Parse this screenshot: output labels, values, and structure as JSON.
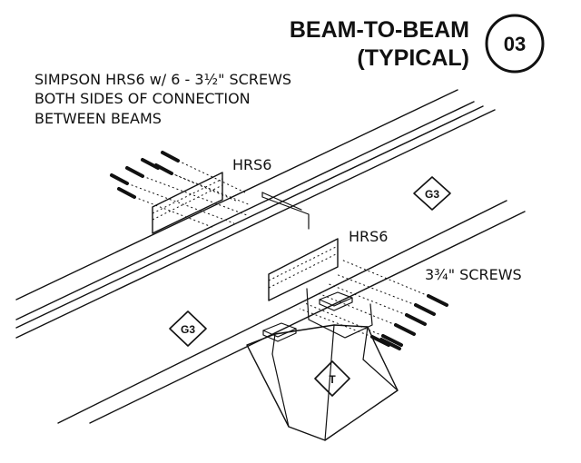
{
  "title": {
    "line1": "BEAM-TO-BEAM",
    "line2": "(TYPICAL)",
    "detail_number": "03"
  },
  "note": {
    "line1": "SIMPSON HRS6 w/ 6 - 3½\" SCREWS",
    "line2": "BOTH SIDES OF CONNECTION",
    "line3": "BETWEEN BEAMS"
  },
  "labels": {
    "hrs6_upper": "HRS6",
    "hrs6_lower": "HRS6",
    "screws": "3¾\" SCREWS"
  },
  "tags": {
    "beam_right": "G3",
    "beam_left": "G3",
    "post": "T"
  },
  "colors": {
    "ink": "#111111",
    "paper": "#ffffff"
  }
}
